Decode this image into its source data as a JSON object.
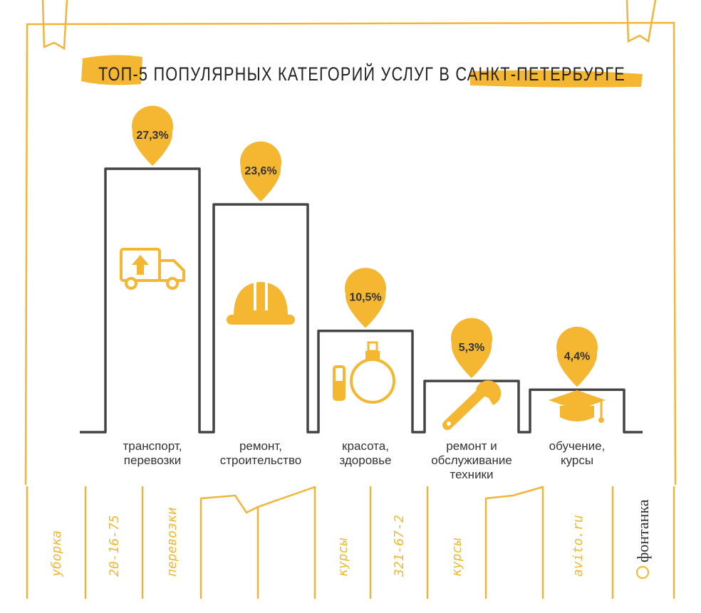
{
  "title": "ТОП-5 ПОПУЛЯРНЫХ КАТЕГОРИЙ УСЛУГ В САНКТ-ПЕТЕРБУРГЕ",
  "colors": {
    "accent": "#F5B731",
    "paper_line": "#F3B43A",
    "bar_outline": "#444444",
    "text": "#333333"
  },
  "chart_data": {
    "type": "bar",
    "title": "ТОП-5 ПОПУЛЯРНЫХ КАТЕГОРИЙ УСЛУГ В САНКТ-ПЕТЕРБУРГЕ",
    "categories": [
      [
        "транспорт,",
        "перевозки"
      ],
      [
        "ремонт,",
        "строительство"
      ],
      [
        "красота,",
        "здоровье"
      ],
      [
        "ремонт и",
        "обслуживание",
        "техники"
      ],
      [
        "обучение,",
        "курсы"
      ]
    ],
    "values": [
      27.3,
      23.6,
      10.5,
      5.3,
      4.4
    ],
    "value_labels": [
      "27,3%",
      "23,6%",
      "10,5%",
      "5,3%",
      "4,4%"
    ],
    "icons": [
      "truck-icon",
      "hard-hat-icon",
      "perfume-icon",
      "wrench-icon",
      "graduation-cap-icon"
    ],
    "ylim": [
      0,
      30
    ],
    "grid": false,
    "legend": "none"
  },
  "tear_tabs": [
    "уборка",
    "20-16-75",
    "перевозки",
    "курсы",
    "321-67-2",
    "курсы",
    "avito.ru"
  ],
  "brand": "фонтанка"
}
